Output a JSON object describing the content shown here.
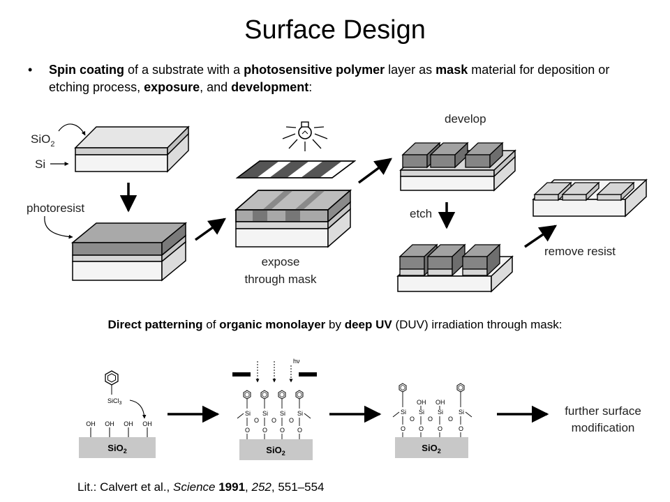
{
  "title": "Surface Design",
  "bullet": {
    "marker": "•",
    "t1": "Spin coating",
    "t2": " of a substrate with a ",
    "t3": "photosensitive polymer",
    "t4": " layer as ",
    "t5": "mask",
    "t6": " material for deposition or etching process, ",
    "t7": "exposure",
    "t8": ", and ",
    "t9": "development",
    "t10": ":"
  },
  "labels": {
    "sio2_prefix": "SiO",
    "sio2_sub": "2",
    "si": "Si",
    "photoresist": "photoresist",
    "expose_1": "expose",
    "expose_2": "through mask",
    "develop": "develop",
    "etch": "etch",
    "remove": "remove resist"
  },
  "subheading": {
    "t1": "Direct patterning",
    "t2": " of ",
    "t3": "organic monolayer",
    "t4": " by ",
    "t5": "deep UV",
    "t6": " (DUV) irradiation through mask:"
  },
  "chem": {
    "oh": "OH",
    "o": "O",
    "si": "Si",
    "sicl": "SiCl",
    "sicl_sub": "3",
    "hv": "hν",
    "substrate_prefix": "SiO",
    "substrate_sub": "2",
    "further_1": "further surface",
    "further_2": "modification"
  },
  "reference": {
    "prefix": "Lit.: Calvert et al., ",
    "journal": "Science",
    "year": "1991",
    "sep1": ", ",
    "volume": "252",
    "pages": ", 551–554"
  }
}
